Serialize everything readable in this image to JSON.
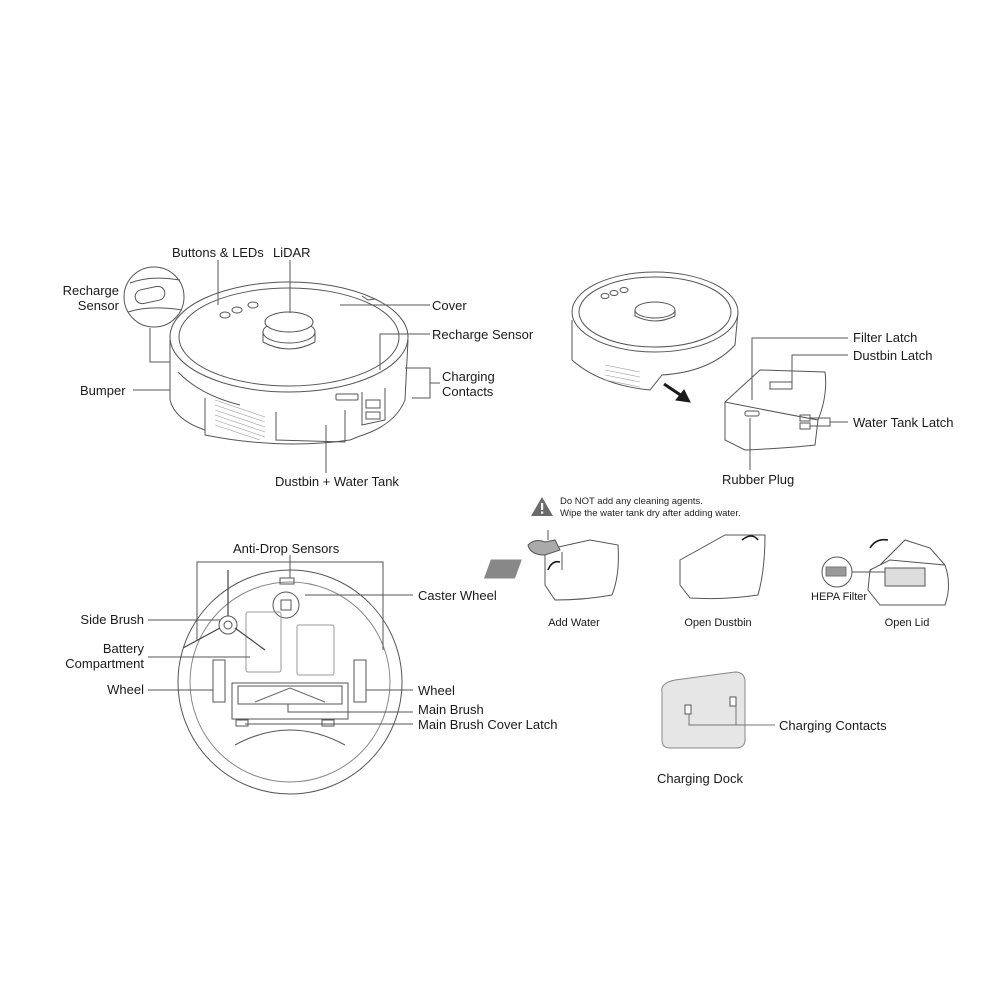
{
  "top_view": {
    "labels": {
      "buttons_leds": "Buttons & LEDs",
      "lidar": "LiDAR",
      "recharge_sensor_inset": "Recharge Sensor",
      "recharge_sensor_inset_l1": "Recharge",
      "recharge_sensor_inset_l2": "Sensor",
      "cover": "Cover",
      "recharge_sensor": "Recharge Sensor",
      "charging_contacts_l1": "Charging",
      "charging_contacts_l2": "Contacts",
      "bumper": "Bumper",
      "dustbin_water_tank": "Dustbin + Water Tank"
    }
  },
  "dustbin_removal": {
    "labels": {
      "filter_latch": "Filter Latch",
      "dustbin_latch": "Dustbin Latch",
      "water_tank_latch": "Water Tank Latch",
      "rubber_plug": "Rubber Plug"
    }
  },
  "warning": {
    "icon": "warning-triangle-icon",
    "line1": "Do NOT add any cleaning agents.",
    "line2": "Wipe the water tank dry after adding water."
  },
  "steps": [
    {
      "label": "Add Water"
    },
    {
      "label": "Open Dustbin"
    },
    {
      "label": "Open Lid",
      "inset_label": "HEPA Filter"
    }
  ],
  "bottom_view": {
    "labels": {
      "anti_drop_sensors": "Anti-Drop Sensors",
      "caster_wheel": "Caster Wheel",
      "side_brush": "Side Brush",
      "battery_l1": "Battery",
      "battery_l2": "Compartment",
      "wheel_left": "Wheel",
      "wheel_right": "Wheel",
      "main_brush": "Main Brush",
      "main_brush_cover_latch": "Main Brush Cover Latch"
    }
  },
  "charging_dock": {
    "title": "Charging Dock",
    "contacts_label": "Charging Contacts"
  },
  "colors": {
    "line": "#555555",
    "text": "#1a1a1a",
    "fill_gray": "#8a8a8a",
    "dock_fill": "#e6e6e6"
  }
}
